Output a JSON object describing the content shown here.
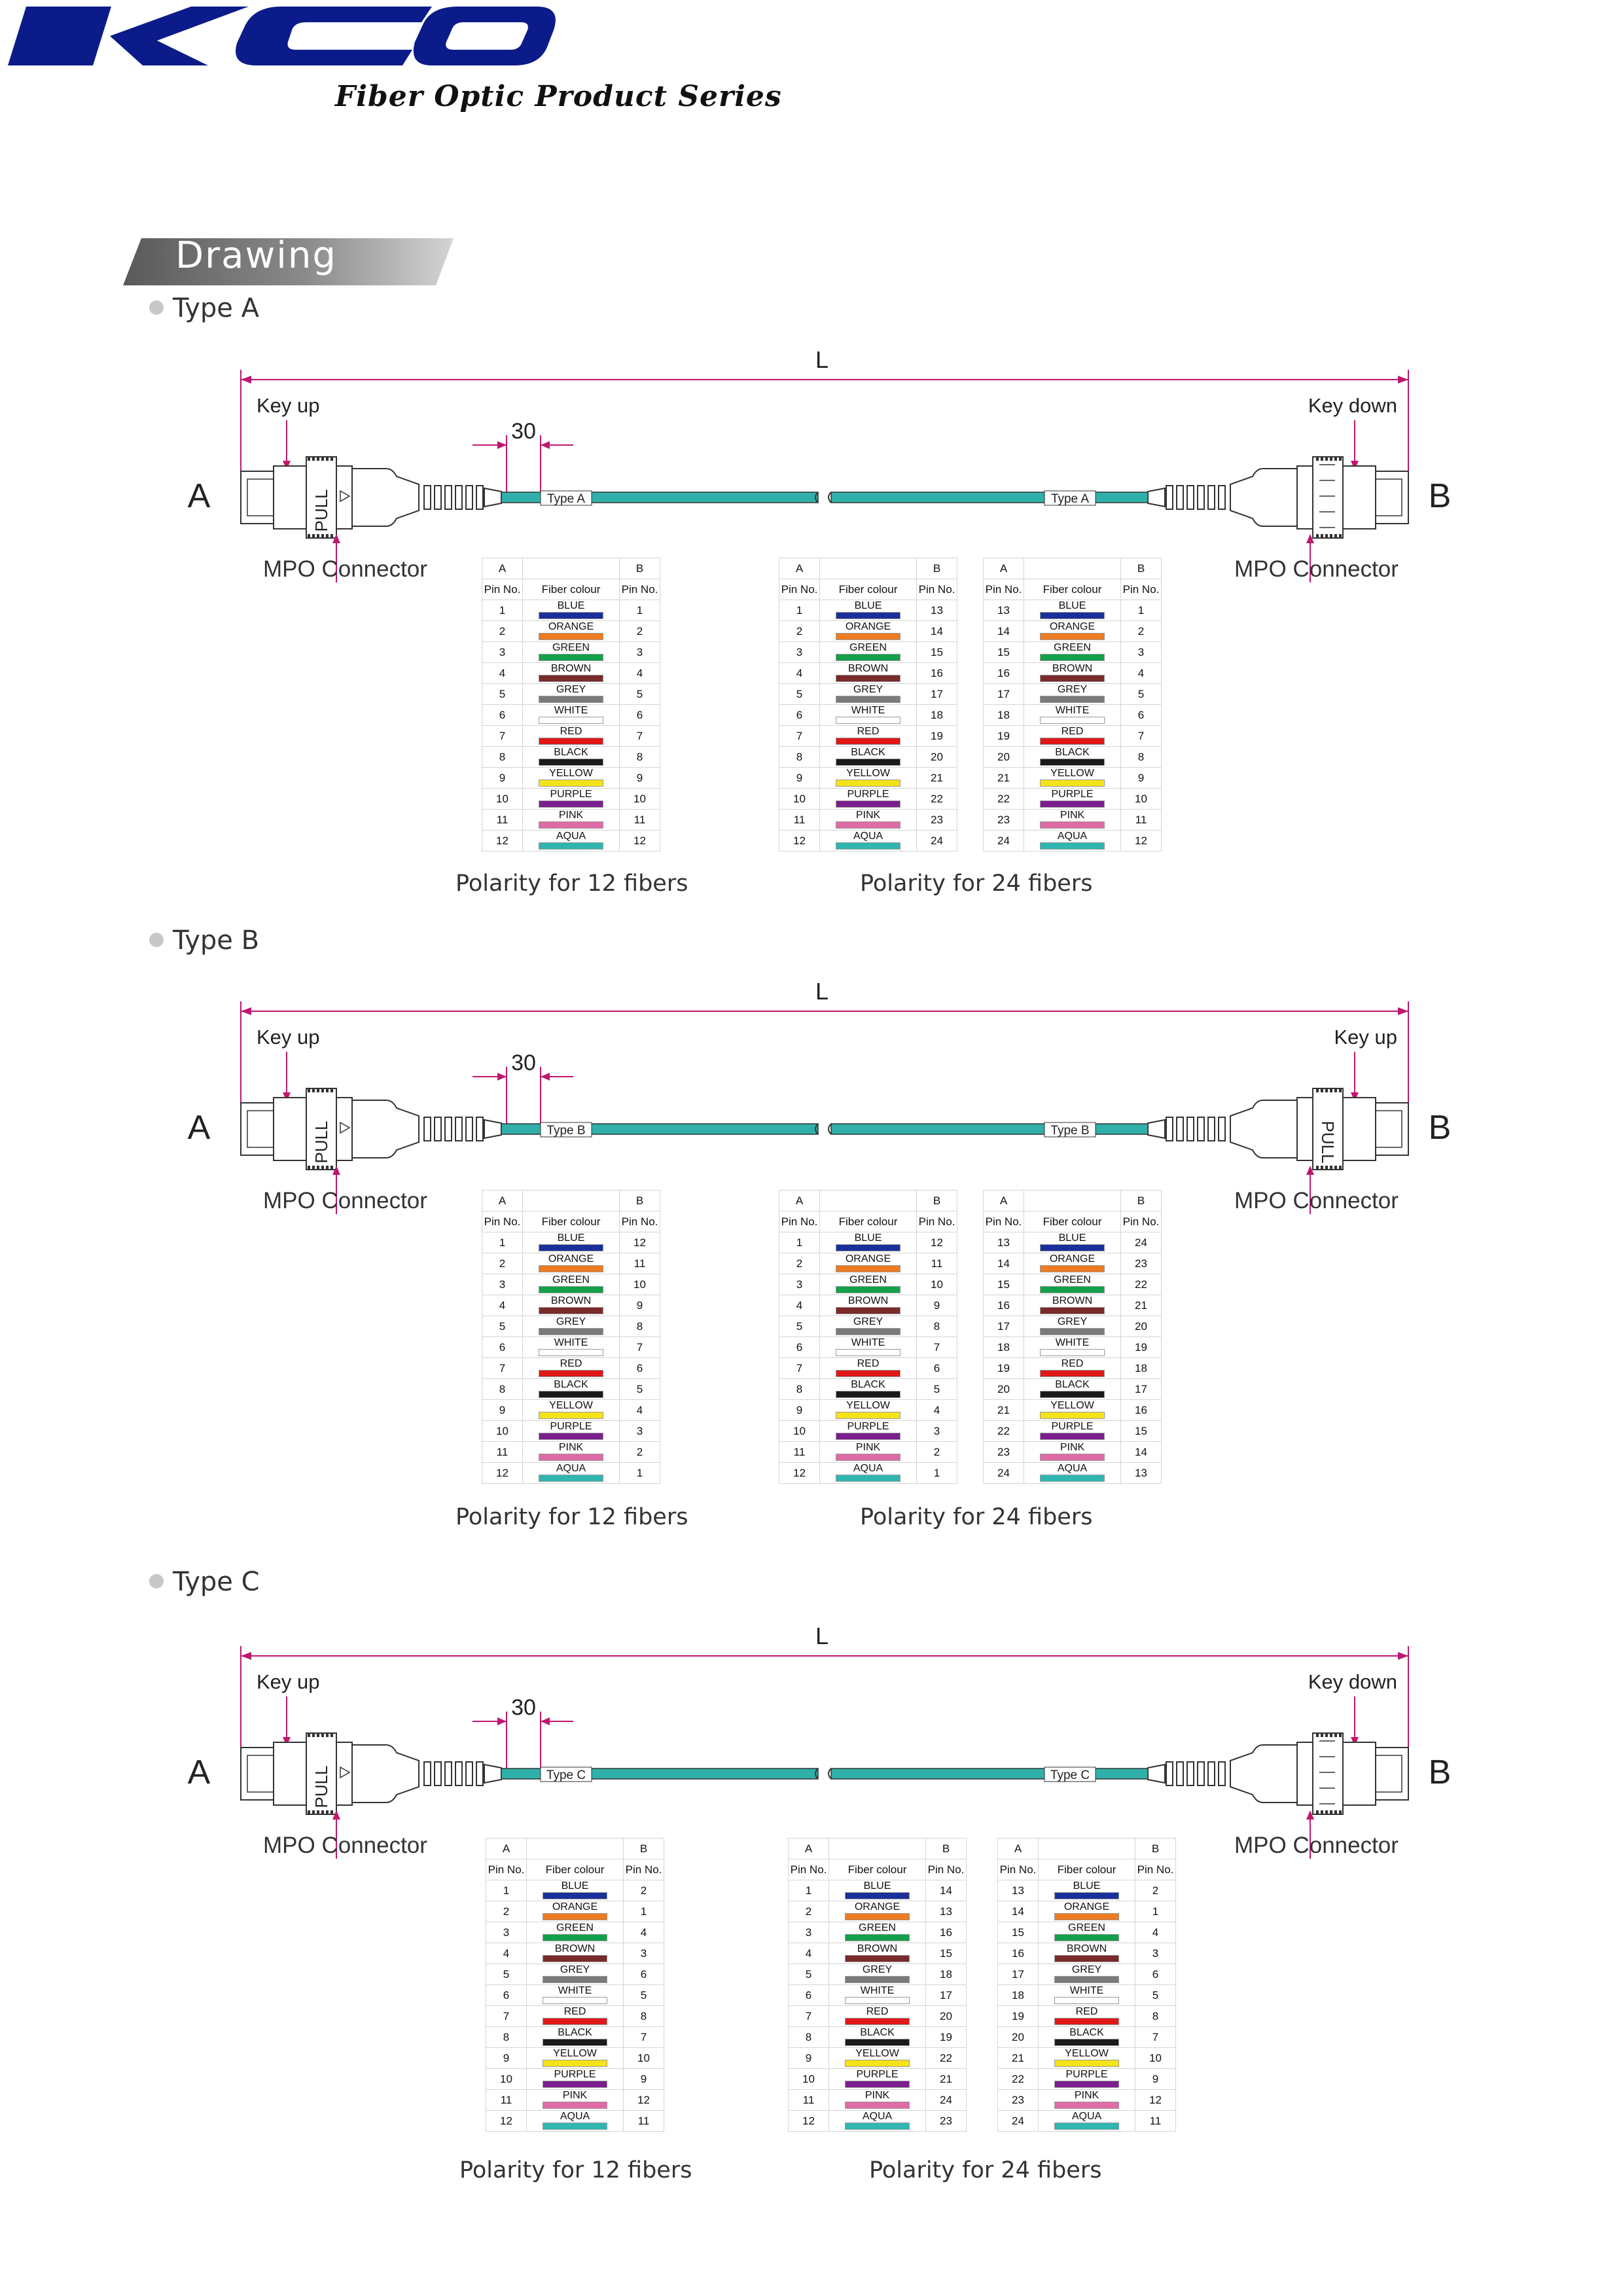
{
  "header": {
    "logo_text": "KCO",
    "subtitle": "Fiber Optic Product Series",
    "logo_color": "#0b1b8a"
  },
  "section_title": "Drawing",
  "fiber_colors": {
    "BLUE": "#1b2f9a",
    "ORANGE": "#ee7b22",
    "GREEN": "#12a04a",
    "BROWN": "#7a2a2a",
    "GREY": "#7a7a7a",
    "WHITE": "#ffffff",
    "RED": "#e01818",
    "BLACK": "#1a1a1a",
    "YELLOW": "#f5e31a",
    "PURPLE": "#7b1f8e",
    "PINK": "#e06aa6",
    "AQUA": "#2fb6b0"
  },
  "colors": {
    "cable": "#2fb0aa",
    "dimension": "#c0176e"
  },
  "common": {
    "length_label": "L",
    "dimension_30": "30",
    "end_a": "A",
    "end_b": "B",
    "mpo_connector": "MPO Connector",
    "pull": "PULL",
    "col_a": "A",
    "col_b": "B",
    "pin_no": "Pin No.",
    "fiber_colour": "Fiber colour",
    "color_order": [
      "BLUE",
      "ORANGE",
      "GREEN",
      "BROWN",
      "GREY",
      "WHITE",
      "RED",
      "BLACK",
      "YELLOW",
      "PURPLE",
      "PINK",
      "AQUA"
    ]
  },
  "types": [
    {
      "title": "Type A",
      "cable_label": "Type A",
      "key_left": "Key up",
      "key_right": "Key down",
      "caption_12": "Polarity for 12 fibers",
      "caption_24": "Polarity for 24 fibers",
      "tables": [
        {
          "a": [
            "1",
            "2",
            "3",
            "4",
            "5",
            "6",
            "7",
            "8",
            "9",
            "10",
            "11",
            "12"
          ],
          "b": [
            "1",
            "2",
            "3",
            "4",
            "5",
            "6",
            "7",
            "8",
            "9",
            "10",
            "11",
            "12"
          ]
        },
        {
          "a": [
            "1",
            "2",
            "3",
            "4",
            "5",
            "6",
            "7",
            "8",
            "9",
            "10",
            "11",
            "12"
          ],
          "b": [
            "13",
            "14",
            "15",
            "16",
            "17",
            "18",
            "19",
            "20",
            "21",
            "22",
            "23",
            "24"
          ]
        },
        {
          "a": [
            "13",
            "14",
            "15",
            "16",
            "17",
            "18",
            "19",
            "20",
            "21",
            "22",
            "23",
            "24"
          ],
          "b": [
            "1",
            "2",
            "3",
            "4",
            "5",
            "6",
            "7",
            "8",
            "9",
            "10",
            "11",
            "12"
          ]
        }
      ]
    },
    {
      "title": "Type B",
      "cable_label": "Type B",
      "key_left": "Key up",
      "key_right": "Key up",
      "caption_12": "Polarity for 12 fibers",
      "caption_24": "Polarity for 24 fibers",
      "tables": [
        {
          "a": [
            "1",
            "2",
            "3",
            "4",
            "5",
            "6",
            "7",
            "8",
            "9",
            "10",
            "11",
            "12"
          ],
          "b": [
            "12",
            "11",
            "10",
            "9",
            "8",
            "7",
            "6",
            "5",
            "4",
            "3",
            "2",
            "1"
          ]
        },
        {
          "a": [
            "1",
            "2",
            "3",
            "4",
            "5",
            "6",
            "7",
            "8",
            "9",
            "10",
            "11",
            "12"
          ],
          "b": [
            "12",
            "11",
            "10",
            "9",
            "8",
            "7",
            "6",
            "5",
            "4",
            "3",
            "2",
            "1"
          ]
        },
        {
          "a": [
            "13",
            "14",
            "15",
            "16",
            "17",
            "18",
            "19",
            "20",
            "21",
            "22",
            "23",
            "24"
          ],
          "b": [
            "24",
            "23",
            "22",
            "21",
            "20",
            "19",
            "18",
            "17",
            "16",
            "15",
            "14",
            "13"
          ]
        }
      ]
    },
    {
      "title": "Type C",
      "cable_label": "Type C",
      "key_left": "Key up",
      "key_right": "Key down",
      "caption_12": "Polarity for 12 fibers",
      "caption_24": "Polarity for 24 fibers",
      "tables": [
        {
          "a": [
            "1",
            "2",
            "3",
            "4",
            "5",
            "6",
            "7",
            "8",
            "9",
            "10",
            "11",
            "12"
          ],
          "b": [
            "2",
            "1",
            "4",
            "3",
            "6",
            "5",
            "8",
            "7",
            "10",
            "9",
            "12",
            "11"
          ]
        },
        {
          "a": [
            "1",
            "2",
            "3",
            "4",
            "5",
            "6",
            "7",
            "8",
            "9",
            "10",
            "11",
            "12"
          ],
          "b": [
            "14",
            "13",
            "16",
            "15",
            "18",
            "17",
            "20",
            "19",
            "22",
            "21",
            "24",
            "23"
          ]
        },
        {
          "a": [
            "13",
            "14",
            "15",
            "16",
            "17",
            "18",
            "19",
            "20",
            "21",
            "22",
            "23",
            "24"
          ],
          "b": [
            "2",
            "1",
            "4",
            "3",
            "6",
            "5",
            "8",
            "7",
            "10",
            "9",
            "12",
            "11"
          ]
        }
      ]
    }
  ]
}
